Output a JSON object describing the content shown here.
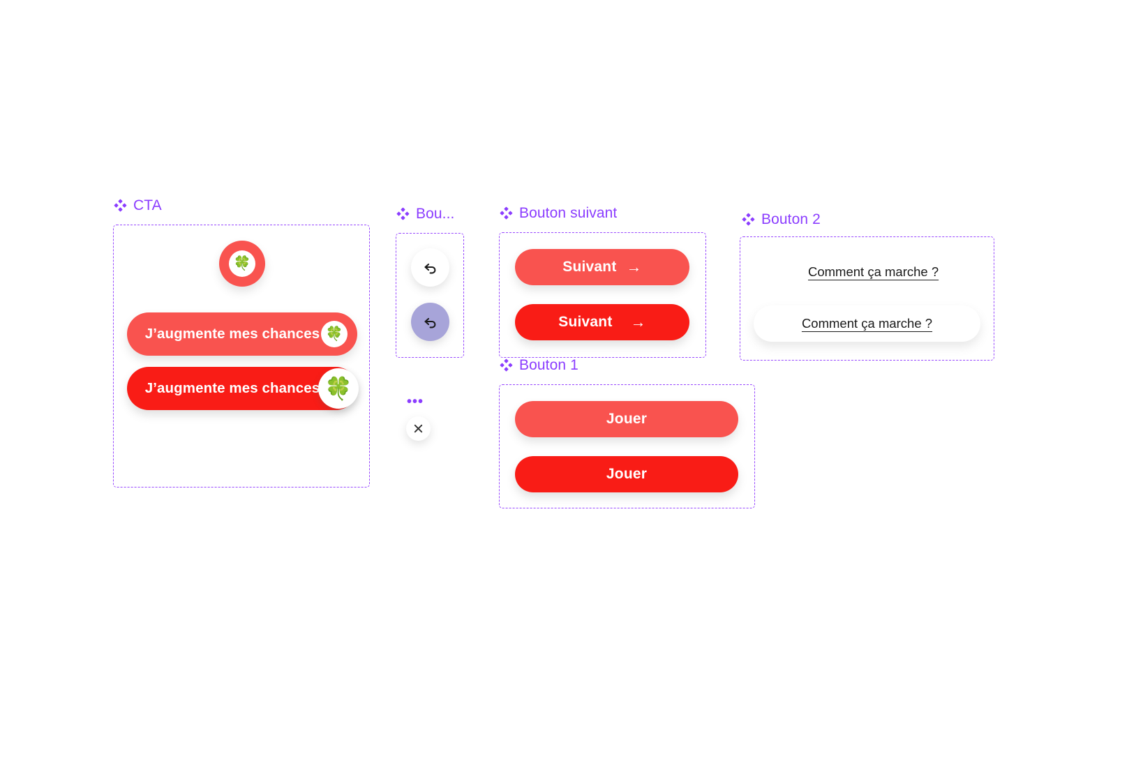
{
  "canvas": {
    "background": "#ffffff",
    "accent_purple": "#8B3DFF",
    "frame_dash_color": "#9747FF",
    "red_light": "#F9534F",
    "red_solid": "#F91C16",
    "purple_button": "#A7A4D9",
    "text_dark": "#1A1A1A"
  },
  "sections": {
    "cta": {
      "label": "CTA",
      "icon": "figma-component-icon",
      "round_button": {
        "name": "cta-round-clover-button",
        "icon": "four-leaf-clover-icon",
        "glyph": "🍀"
      },
      "buttons": [
        {
          "label": "J’augmente mes chances",
          "variant": "light",
          "badge_icon": "four-leaf-clover-icon",
          "badge_glyph": "🍀"
        },
        {
          "label": "J’augmente mes chances",
          "variant": "solid",
          "badge_icon": "four-leaf-clover-icon",
          "badge_glyph": "🍀"
        }
      ]
    },
    "bouton_retour": {
      "label": "Bou...",
      "icon": "figma-component-icon",
      "buttons": [
        {
          "name": "back-button-white",
          "icon": "undo-arrow-icon",
          "variant": "white"
        },
        {
          "name": "back-button-purple",
          "icon": "undo-arrow-icon",
          "variant": "purple"
        }
      ]
    },
    "collapsed": {
      "ellipsis": "•••",
      "close_button": {
        "name": "close-button",
        "icon": "close-x-icon",
        "glyph": "✕"
      }
    },
    "bouton_suivant": {
      "label": "Bouton suivant",
      "icon": "figma-component-icon",
      "buttons": [
        {
          "label": "Suivant",
          "arrow": "→",
          "variant": "light"
        },
        {
          "label": "Suivant",
          "arrow": "→",
          "variant": "solid"
        }
      ]
    },
    "bouton_1": {
      "label": "Bouton 1",
      "icon": "figma-component-icon",
      "buttons": [
        {
          "label": "Jouer",
          "variant": "light"
        },
        {
          "label": "Jouer",
          "variant": "solid"
        }
      ]
    },
    "bouton_2": {
      "label": "Bouton 2",
      "icon": "figma-component-icon",
      "buttons": [
        {
          "label": "Comment ça marche ?",
          "variant": "text-link"
        },
        {
          "label": "Comment ça marche ?",
          "variant": "white-pill"
        }
      ]
    }
  }
}
